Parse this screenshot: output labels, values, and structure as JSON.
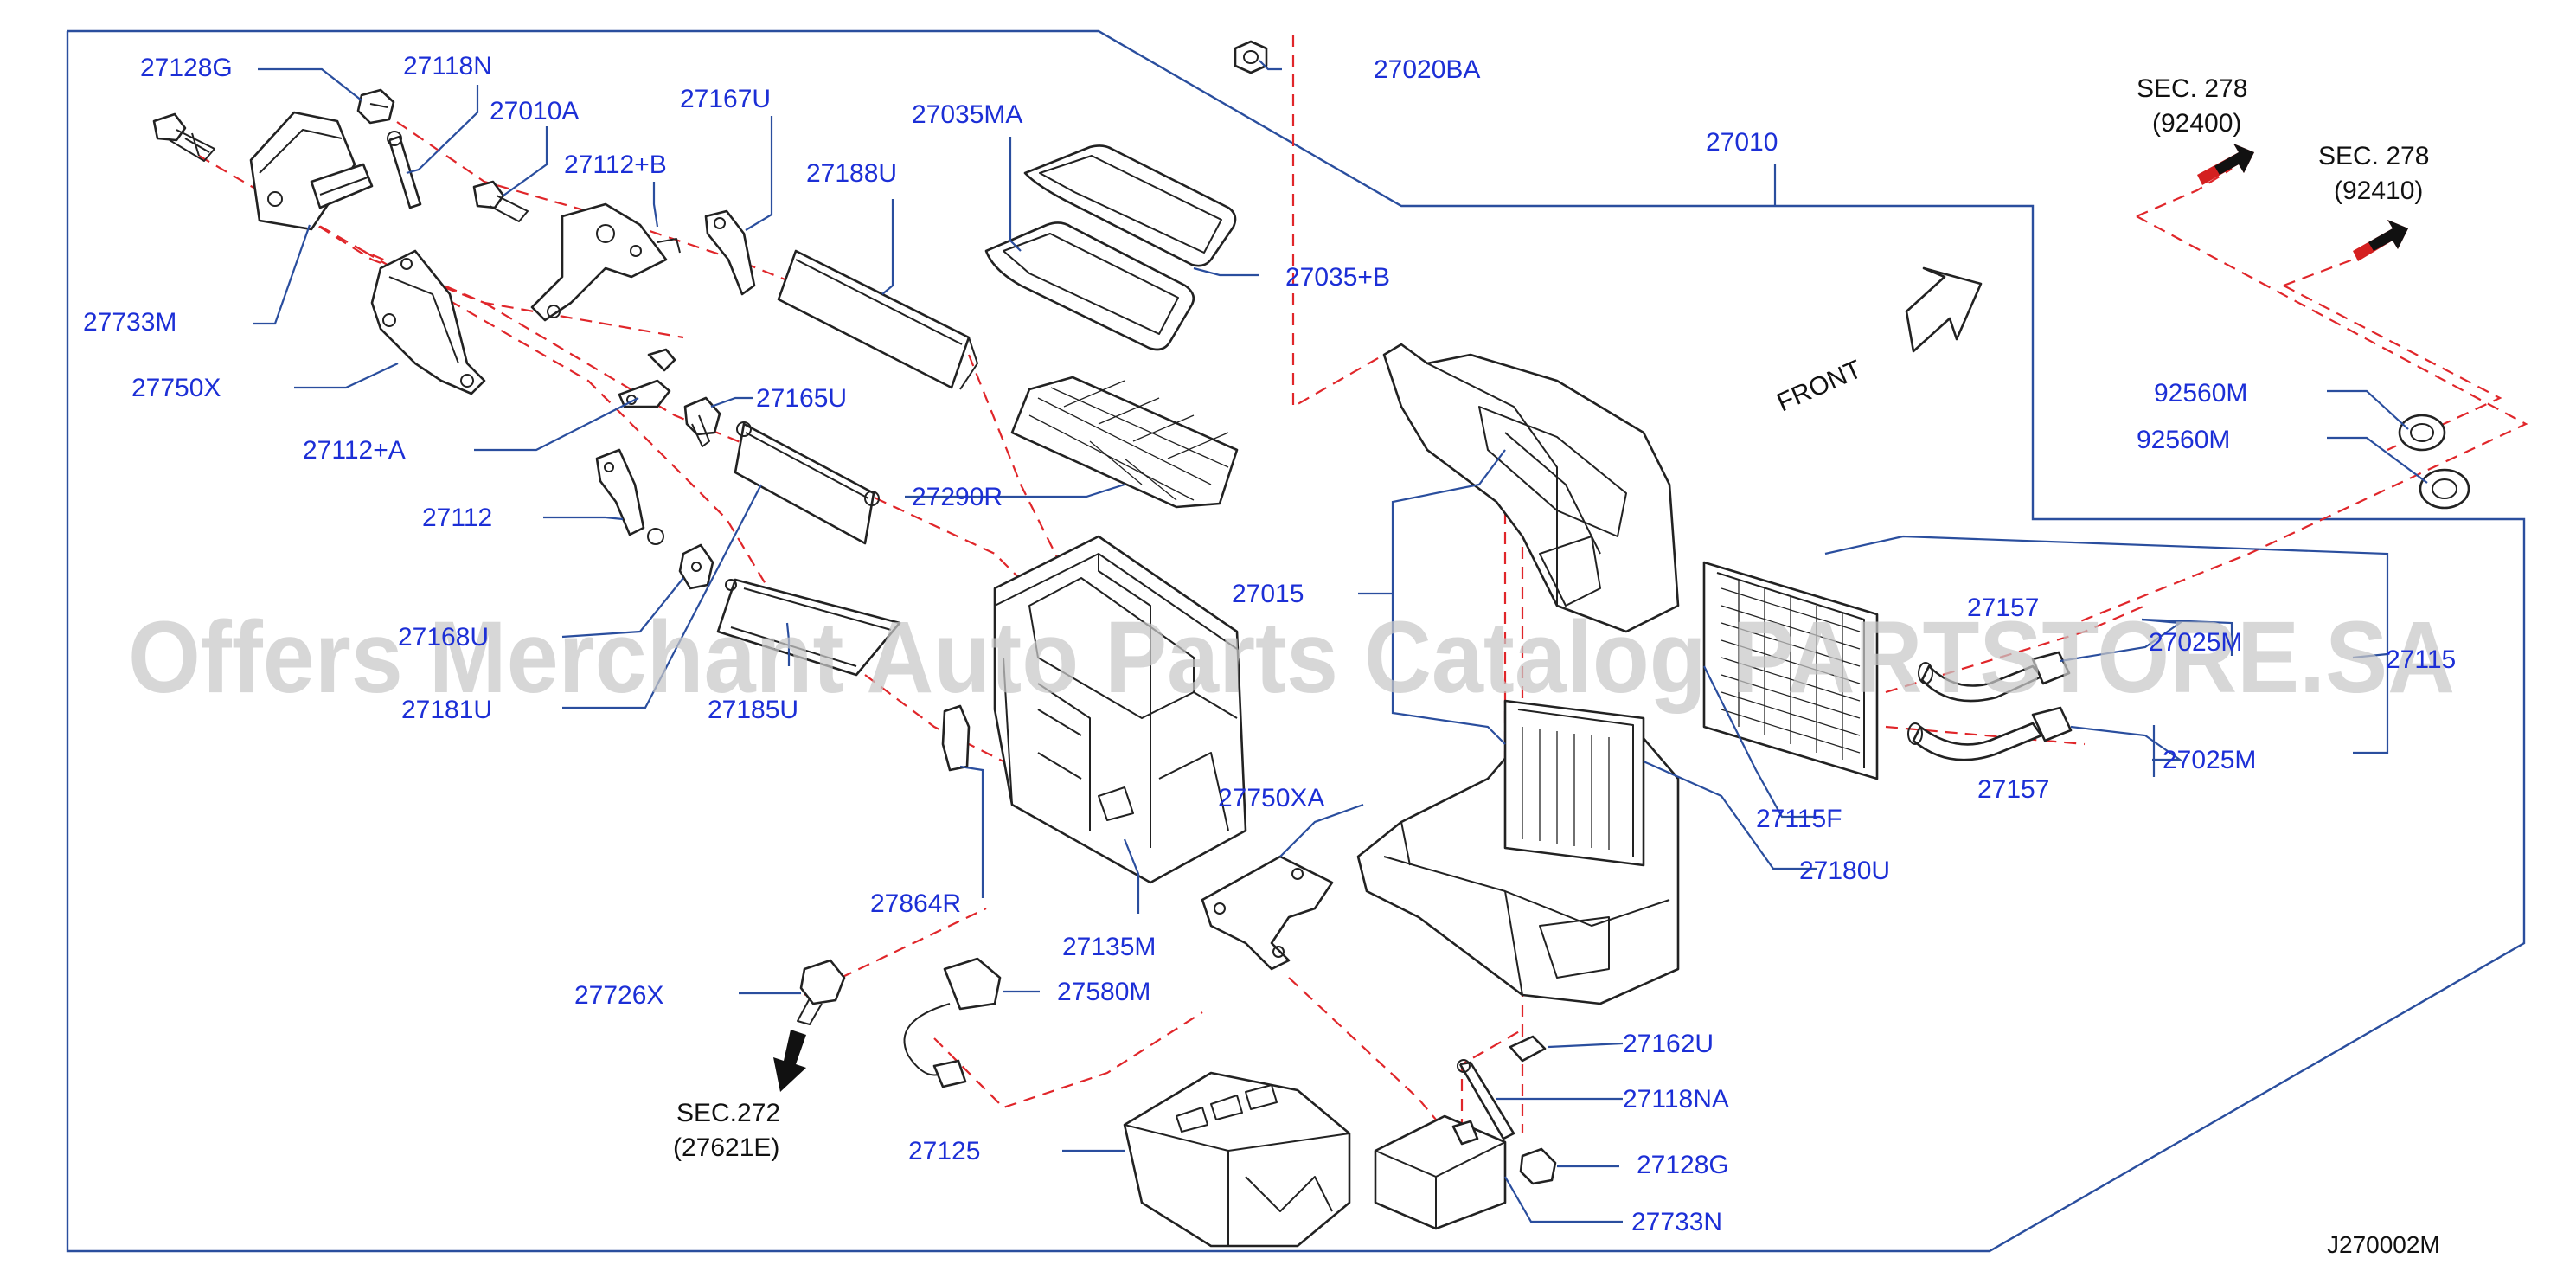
{
  "colors": {
    "label": "#1c2fd6",
    "leader": "#2a4e9e",
    "dash": "#e0262a",
    "line": "#222222",
    "watermark": "#c8c8c8"
  },
  "watermark": "Offers Merchant Auto Parts Catalog PARTSTORE.SA",
  "diagram_code": "J270002M",
  "front_label": "FRONT",
  "sec_refs": [
    {
      "sec": "SEC.  278",
      "ref": "(92400)"
    },
    {
      "sec": "SEC.  278",
      "ref": "(92410)"
    },
    {
      "sec": "SEC.272",
      "ref": "(27621E)"
    }
  ],
  "parts": [
    "27128G",
    "27118N",
    "27010A",
    "27167U",
    "27035MA",
    "27020BA",
    "27010",
    "27112+B",
    "27188U",
    "27733M",
    "27035+B",
    "27750X",
    "27165U",
    "27112+A",
    "27290R",
    "27112",
    "92560M",
    "92560M",
    "27015",
    "27168U",
    "27157",
    "27025M",
    "27115",
    "27181U",
    "27185U",
    "27750XA",
    "27115F",
    "27157",
    "27025M",
    "27180U",
    "27864R",
    "27135M",
    "27726X",
    "27580M",
    "27162U",
    "27118NA",
    "27125",
    "27128G",
    "27733N"
  ]
}
